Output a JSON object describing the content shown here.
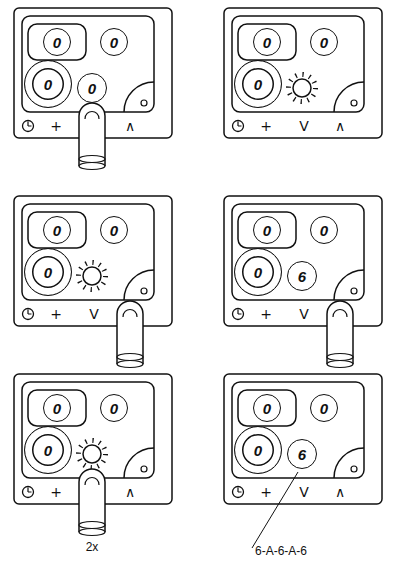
{
  "diagram": {
    "nodes": [
      {
        "text": [
          "+",
          "∧"
        ]
      },
      {
        "text": [
          "0"
        ],
        "in": 0
      },
      {
        "text": [
          "0"
        ],
        "in": 0
      },
      {
        "text": [
          "0"
        ],
        "in": 0
      },
      {
        "text": [
          "0"
        ],
        "in": 0
      },
      {
        "text": [
          "+",
          "V",
          "∧"
        ]
      },
      {
        "text": [
          "0"
        ],
        "in": 5
      },
      {
        "text": [
          "0"
        ],
        "in": 5
      },
      {
        "text": [
          "0"
        ],
        "in": 5
      },
      {
        "text": [
          "+",
          "V"
        ]
      },
      {
        "text": [
          "0"
        ],
        "in": 9
      },
      {
        "text": [
          "0"
        ],
        "in": 9
      },
      {
        "text": [
          "0"
        ],
        "in": 9
      },
      {
        "text": [
          "+",
          "V"
        ]
      },
      {
        "text": [
          "0"
        ],
        "in": 13
      },
      {
        "text": [
          "0"
        ],
        "in": 13
      },
      {
        "text": [
          "0"
        ],
        "in": 13
      },
      {
        "text": [
          "6"
        ],
        "in": 13
      },
      {
        "text": [
          "+",
          "∧"
        ]
      },
      {
        "text": [
          "0"
        ],
        "in": 18
      },
      {
        "text": [
          "0"
        ],
        "in": 18
      },
      {
        "text": [
          "0"
        ],
        "in": 18
      },
      {
        "text": [
          "+",
          "V",
          "∧"
        ]
      },
      {
        "text": [
          "0"
        ],
        "in": 22
      },
      {
        "text": [
          "0"
        ],
        "in": 22
      },
      {
        "text": [
          "0"
        ],
        "in": 22
      },
      {
        "text": [
          "6"
        ],
        "in": 22
      }
    ],
    "labels": [
      "2x",
      "6-A-6-A-6"
    ]
  }
}
